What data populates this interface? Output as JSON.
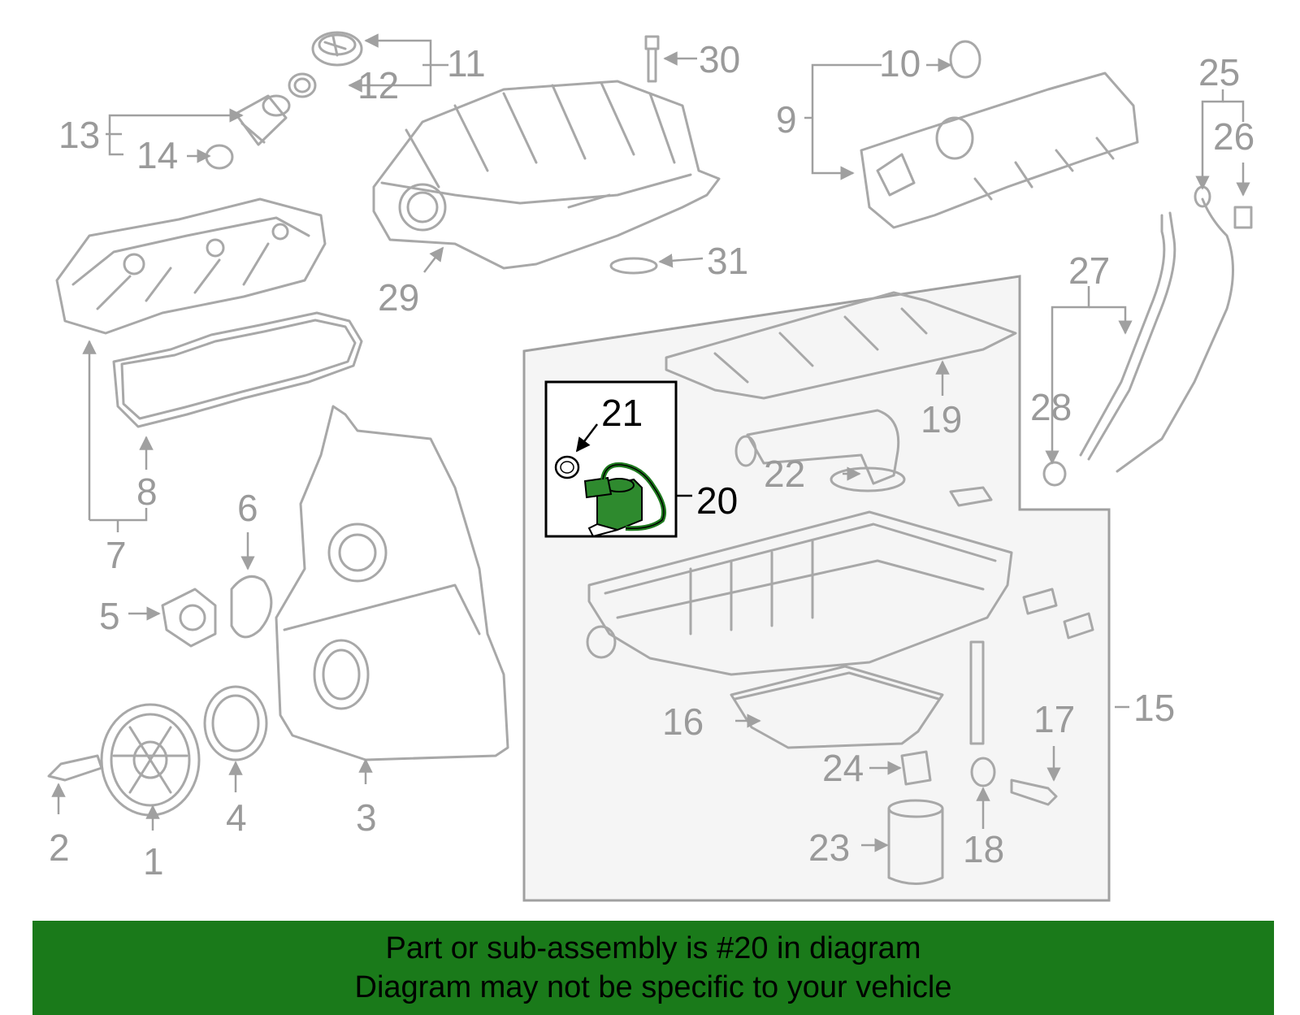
{
  "diagram": {
    "callouts": [
      "1",
      "2",
      "3",
      "4",
      "5",
      "6",
      "7",
      "8",
      "9",
      "10",
      "11",
      "12",
      "13",
      "14",
      "15",
      "16",
      "17",
      "18",
      "19",
      "20",
      "21",
      "22",
      "23",
      "24",
      "25",
      "26",
      "27",
      "28",
      "29",
      "30",
      "31"
    ],
    "highlighted_part": "20",
    "colors": {
      "line_gray": "#a0a0a0",
      "label_gray": "#9a9a9a",
      "highlight_green": "#1e7a1e",
      "box_fill": "#f5f5f5",
      "banner_green": "#1a7a1a"
    }
  },
  "banner": {
    "line1": "Part or sub-assembly is #20 in diagram",
    "line2": "Diagram may not be specific to your vehicle"
  }
}
